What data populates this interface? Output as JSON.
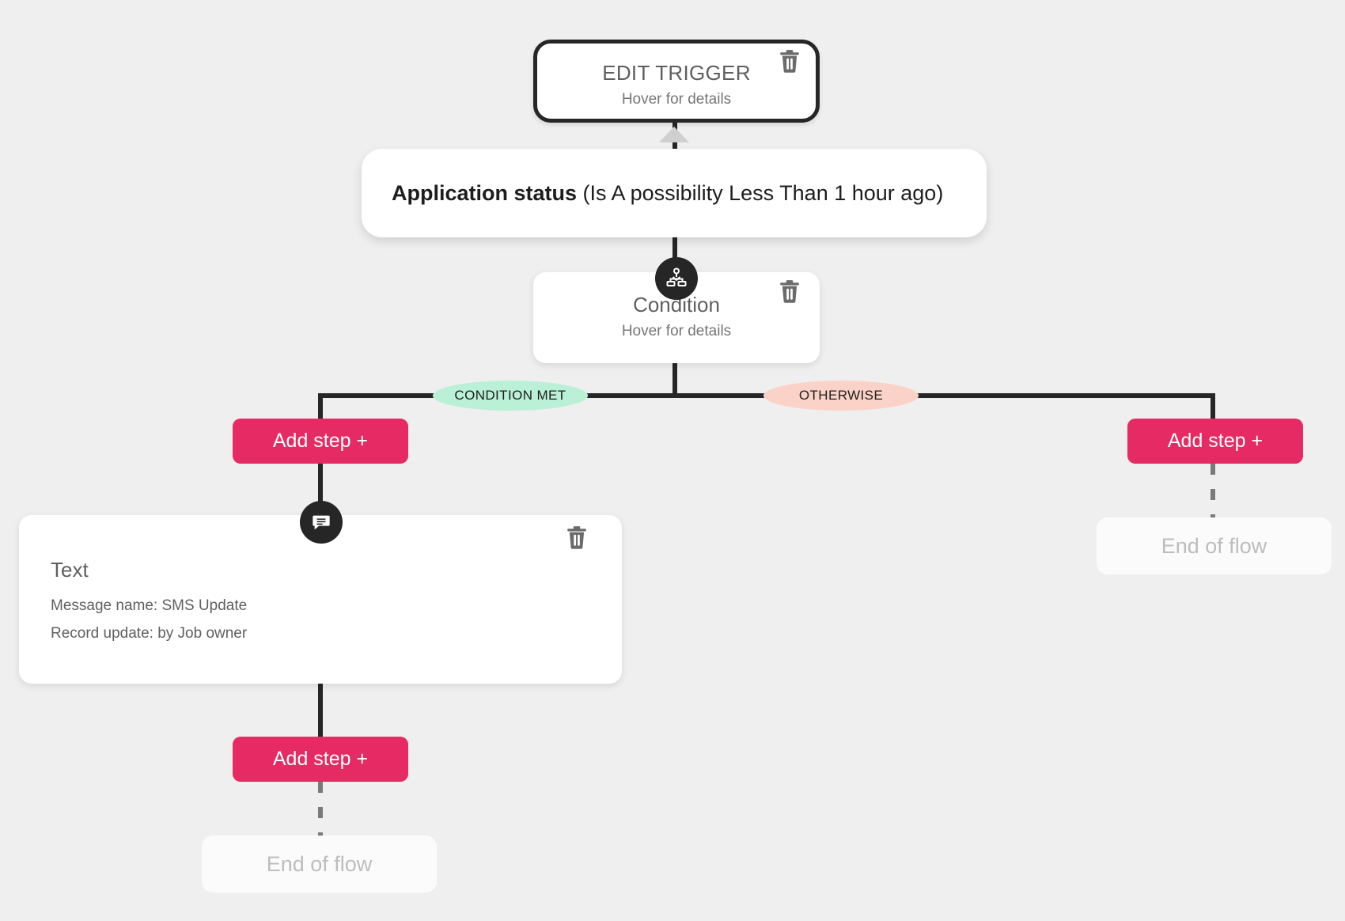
{
  "theme": {
    "background": "#efefef",
    "accent_pink": "#e62a63",
    "line_color": "#262626",
    "badge_color": "#262626",
    "condition_met_pill": "#b9f0d6",
    "otherwise_pill": "#fbd2c8",
    "muted_text": "#bdbdbd"
  },
  "trigger": {
    "title": "EDIT TRIGGER",
    "subtitle": "Hover for details",
    "delete_label": "trash"
  },
  "status_bubble": {
    "field": "Application status",
    "condition": "(Is A possibility Less Than 1 hour ago)"
  },
  "condition": {
    "title": "Condition",
    "subtitle": "Hover for details",
    "badge_icon": "hierarchy-icon",
    "delete_label": "trash"
  },
  "branches": {
    "met_label": "CONDITION MET",
    "otherwise_label": "OTHERWISE"
  },
  "buttons": {
    "add_step": "Add step +"
  },
  "text_action": {
    "title": "Text",
    "message_name": "Message name: SMS Update",
    "record_update": "Record update: by Job owner",
    "badge_icon": "message-icon",
    "delete_label": "trash"
  },
  "end_of_flow": {
    "label": "End of flow"
  }
}
